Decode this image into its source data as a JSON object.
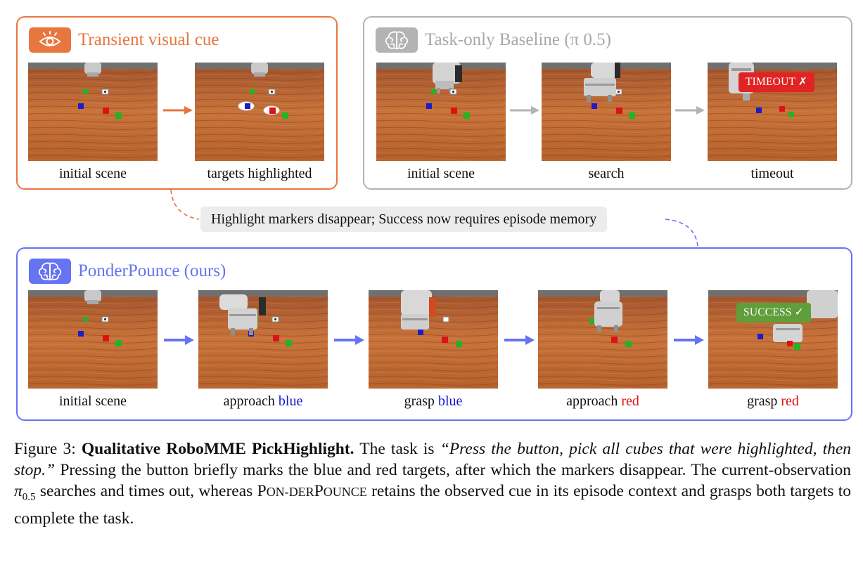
{
  "colors": {
    "orange": "#e8763f",
    "gray": "#b3b3b3",
    "blue": "#6673f2",
    "timeout_red": "#e02424",
    "success_green": "#5f9e3a",
    "highlight_blue": "#1515d6",
    "highlight_red": "#e01010"
  },
  "panels": {
    "cue": {
      "title": "Transient visual cue",
      "icon": "eye-icon",
      "frames": [
        {
          "caption": "initial scene"
        },
        {
          "caption": "targets highlighted"
        }
      ]
    },
    "baseline": {
      "title": "Task-only Baseline (π 0.5)",
      "icon": "brain-icon",
      "frames": [
        {
          "caption": "initial scene"
        },
        {
          "caption": "search"
        },
        {
          "caption": "timeout"
        }
      ],
      "badge": "TIMEOUT ✗"
    },
    "ours": {
      "title": "PonderPounce (ours)",
      "icon": "brain-icon",
      "frames": [
        {
          "caption": "initial scene"
        },
        {
          "caption_prefix": "approach ",
          "caption_highlight": "blue"
        },
        {
          "caption_prefix": "grasp ",
          "caption_highlight": "blue"
        },
        {
          "caption_prefix": "approach ",
          "caption_highlight": "red"
        },
        {
          "caption_prefix": "grasp ",
          "caption_highlight": "red"
        }
      ],
      "badge": "SUCCESS ✓"
    }
  },
  "note": "Highlight markers disappear; Success now requires episode memory",
  "caption": {
    "label": "Figure 3:",
    "bold_title": "Qualitative RoboMME PickHighlight.",
    "t1": "The task is",
    "quote": "“Press the button, pick all cubes that were highlighted, then stop.”",
    "t2": "Pressing the button briefly marks the blue and red targets, after which the markers disappear. The current-observation",
    "pi": "π",
    "pi_sub": "0.5",
    "t3": "searches and times out, whereas",
    "sc_1a": "P",
    "sc_1b": "ON-",
    "sc_2a": "DER",
    "sc_2b": "P",
    "sc_2c": "OUNCE",
    "t4": "retains the observed cue in its episode context and grasps both targets to complete the task."
  }
}
